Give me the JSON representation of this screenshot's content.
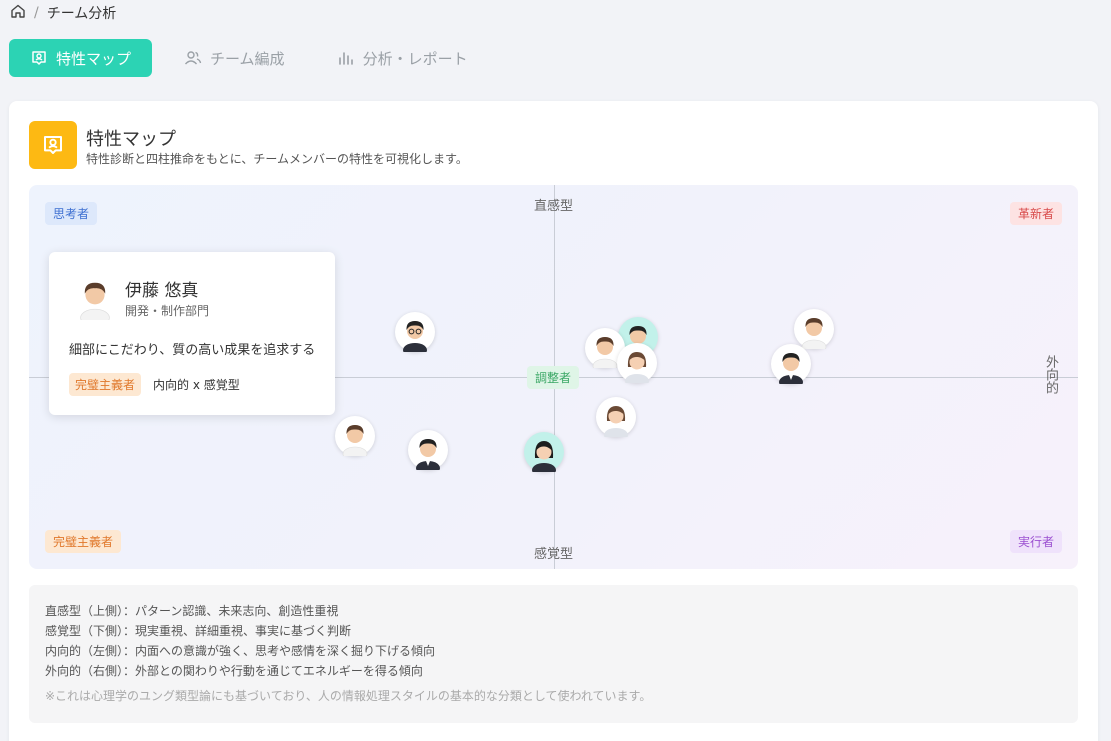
{
  "breadcrumb": {
    "current": "チーム分析"
  },
  "tabs": [
    {
      "label": "特性マップ",
      "icon": "map-person-icon",
      "active": true
    },
    {
      "label": "チーム編成",
      "icon": "users-icon",
      "active": false
    },
    {
      "label": "分析・レポート",
      "icon": "bar-chart-icon",
      "active": false
    }
  ],
  "card": {
    "title": "特性マップ",
    "subtitle": "特性診断と四柱推命をもとに、チームメンバーの特性を可視化します。"
  },
  "map": {
    "axis_top": "直感型",
    "axis_bottom": "感覚型",
    "axis_right": "外向的",
    "quadrants": {
      "top_left": "思考者",
      "top_right": "革新者",
      "bottom_left": "完璧主義者",
      "bottom_right": "実行者",
      "center": "調整者"
    },
    "colors": {
      "accent": "#2cd3b4",
      "card_icon": "#fdb913"
    }
  },
  "popup": {
    "name": "伊藤 悠真",
    "department": "開発・制作部門",
    "description": "細部にこだわり、質の高い成果を追求する",
    "tag": "完璧主義者",
    "type": "内向的 x 感覚型"
  },
  "legend": {
    "lines": [
      "直感型（上側）：パターン認識、未来志向、創造性重視",
      "感覚型（下側）：現実重視、詳細重視、事実に基づく判断",
      "内向的（左側）：内面への意識が強く、思考や感情を深く掘り下げる傾向",
      "外向的（右側）：外部との関わりや行動を通じてエネルギーを得る傾向"
    ],
    "note": "※これは心理学のユング類型論にも基づいており、人の情報処理スタイルの基本的な分類として使われています。"
  }
}
